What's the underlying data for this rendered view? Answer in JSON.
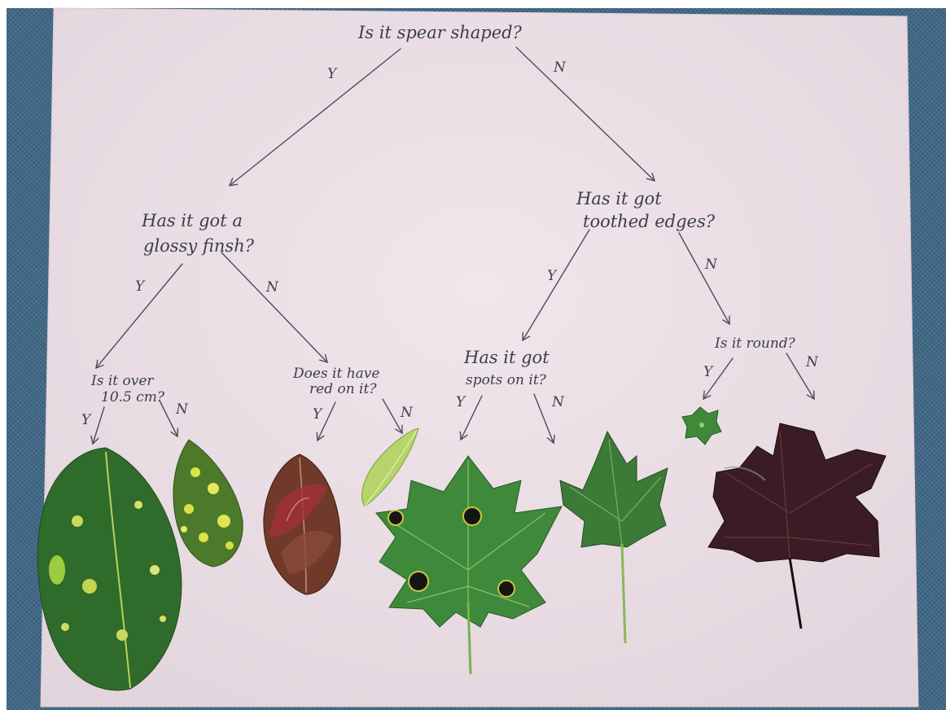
{
  "diagram": {
    "root_question": "Is it spear shaped?",
    "q_glossy_line1": "Has it got a",
    "q_glossy_line2": "glossy finsh?",
    "q_toothed_line1": "Has it got",
    "q_toothed_line2": "toothed edges?",
    "q_over_line1": "Is it over",
    "q_over_line2": "10.5 cm?",
    "q_red_line1": "Does it have",
    "q_red_line2": "red on it?",
    "q_spots_line1": "Has it got",
    "q_spots_line2": "spots on it?",
    "q_round": "Is it round?",
    "yes": "Y",
    "no": "N"
  },
  "colors": {
    "paper": "#ece0e6",
    "carpet": "#3d6685",
    "ink": "#3b3f4a",
    "leaf_dark_green": "#2e6a2a",
    "leaf_spotted_yellow": "#c9d43a",
    "leaf_red": "#8a2a2a",
    "leaf_pale_green": "#b8d46a",
    "leaf_maple_green": "#3e8a3a",
    "leaf_maple_purple": "#3a1a22"
  }
}
